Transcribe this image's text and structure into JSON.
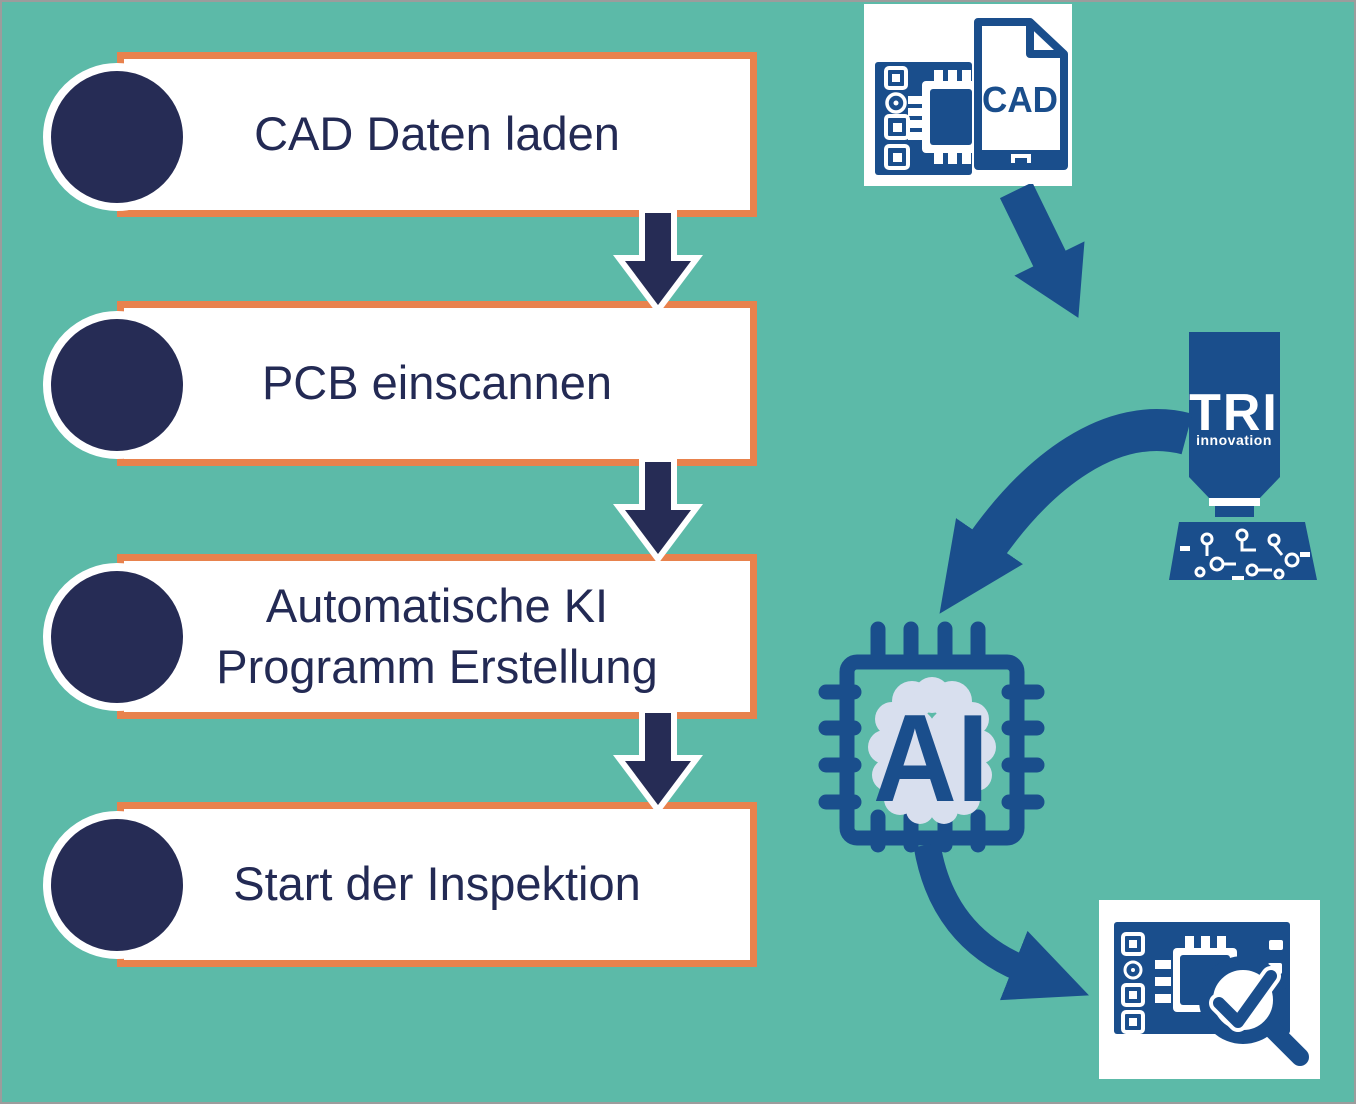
{
  "colors": {
    "background": "#5CBAA8",
    "frame_border": "#9C9C9C",
    "box_fill": "#FFFFFF",
    "box_border": "#E8824D",
    "step_accent": "#262C55",
    "text_navy": "#232A54",
    "icon_blue": "#1A4E8C",
    "brain_fill": "#D8DFEE"
  },
  "flow": {
    "steps": [
      {
        "label": "CAD Daten laden"
      },
      {
        "label": "PCB einscannen"
      },
      {
        "label": "Automatische KI\nProgramm Erstellung"
      },
      {
        "label": "Start der Inspektion"
      }
    ]
  },
  "icons": {
    "cad_file": {
      "name": "cad-file-icon",
      "label": "CAD"
    },
    "tri_scanner": {
      "name": "tri-scanner-icon",
      "brand": "TRI",
      "tagline": "innovation"
    },
    "ai_chip": {
      "name": "ai-chip-icon",
      "label": "AI"
    },
    "inspection": {
      "name": "pcb-inspection-icon"
    },
    "arrows": [
      "down-arrow-icon",
      "arrow-cad-to-scanner-icon",
      "arrow-scanner-to-ai-icon",
      "arrow-ai-to-inspection-icon"
    ]
  }
}
